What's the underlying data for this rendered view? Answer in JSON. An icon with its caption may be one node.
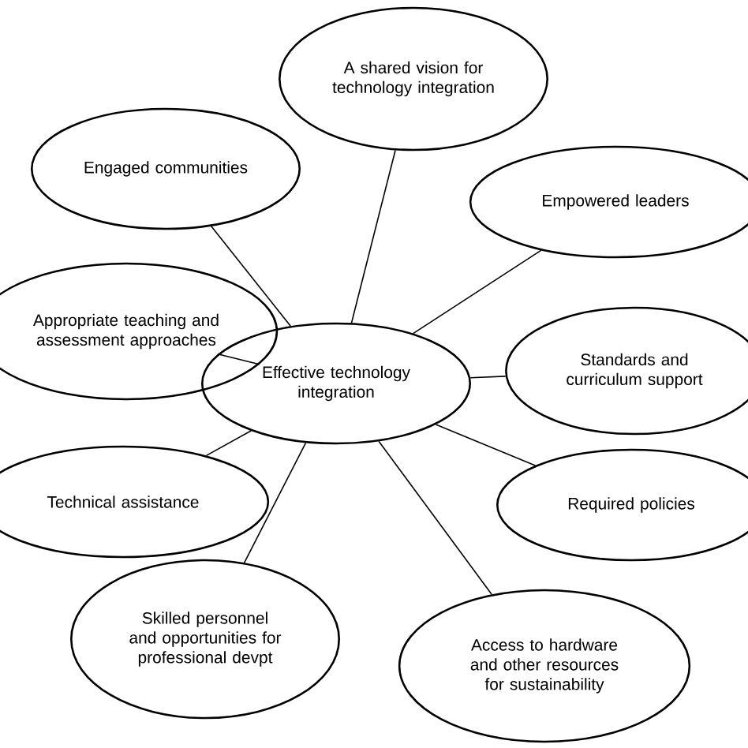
{
  "diagram": {
    "nodes": [
      {
        "text": [
          "Effective technology integration"
        ]
      },
      {
        "text": [
          "A shared vision for technology integration"
        ]
      },
      {
        "text": [
          "Empowered leaders"
        ]
      },
      {
        "text": [
          "Standards and curriculum support"
        ]
      },
      {
        "text": [
          "Required policies"
        ]
      },
      {
        "text": [
          "Access to hardware and other resources for sustainability"
        ]
      },
      {
        "text": [
          "Skilled personnel and opportunities for professional devpt"
        ]
      },
      {
        "text": [
          "Technical assistance"
        ]
      },
      {
        "text": [
          "Appropriate teaching and assessment approaches"
        ]
      },
      {
        "text": [
          "Engaged communities"
        ]
      }
    ],
    "edges": [
      {
        "from": 0,
        "to": 1,
        "arrow": "none"
      },
      {
        "from": 0,
        "to": 2,
        "arrow": "none"
      },
      {
        "from": 0,
        "to": 3,
        "arrow": "none"
      },
      {
        "from": 0,
        "to": 4,
        "arrow": "none"
      },
      {
        "from": 0,
        "to": 5,
        "arrow": "none"
      },
      {
        "from": 0,
        "to": 6,
        "arrow": "none"
      },
      {
        "from": 0,
        "to": 7,
        "arrow": "none"
      },
      {
        "from": 0,
        "to": 8,
        "arrow": "none"
      },
      {
        "from": 0,
        "to": 9,
        "arrow": "none"
      }
    ]
  }
}
